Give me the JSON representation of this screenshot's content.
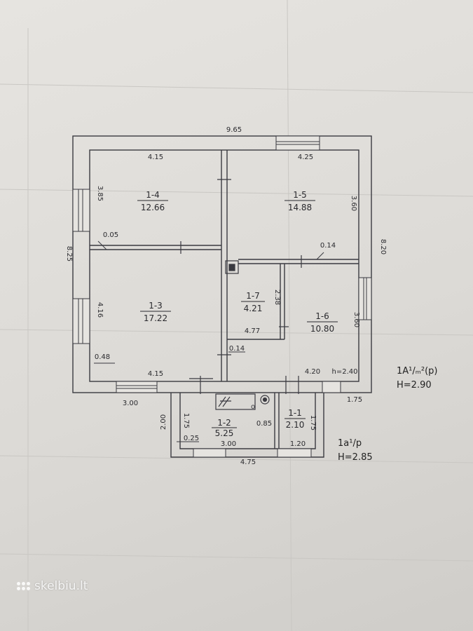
{
  "overall": {
    "width": "9.65",
    "height": "8.25",
    "right_height": "8.20"
  },
  "rooms": [
    {
      "id": "1-4",
      "area": "12.66"
    },
    {
      "id": "1-5",
      "area": "14.88"
    },
    {
      "id": "1-3",
      "area": "17.22"
    },
    {
      "id": "1-7",
      "area": "4.21"
    },
    {
      "id": "1-6",
      "area": "10.80"
    },
    {
      "id": "1-2",
      "area": "5.25"
    },
    {
      "id": "1-1",
      "area": "2.10"
    }
  ],
  "dims": {
    "d_4_15_top": "4.15",
    "d_4_25": "4.25",
    "d_3_85": "3.85",
    "d_3_60_r5": "3.60",
    "d_0_05": "0.05",
    "d_0_14_r5": "0.14",
    "d_4_16": "4.16",
    "d_2_38": "2.38",
    "d_4_77": "4.77",
    "d_3_60_r6": "3.60",
    "d_0_48": "0.48",
    "d_0_14_r7": "0.14",
    "d_4_15_bot": "4.15",
    "d_4_20": "4.20",
    "d_h": "h=2.40",
    "d_3_00_out": "3.00",
    "d_1_75_out": "1.75",
    "d_2_00": "2.00",
    "d_1_75_in": "1.75",
    "d_0_25": "0.25",
    "d_3_00_in": "3.00",
    "d_0_85": "0.85",
    "d_1_20": "1.20",
    "d_1_75_r1": "1.75",
    "d_4_75": "4.75"
  },
  "volumes": {
    "main_label": "1A¹/ₘ²(p)",
    "main_height": "H=2.90",
    "annex_label": "1a¹/p",
    "annex_height": "H=2.85"
  },
  "watermark": {
    "text": "skelbiu.lt"
  }
}
